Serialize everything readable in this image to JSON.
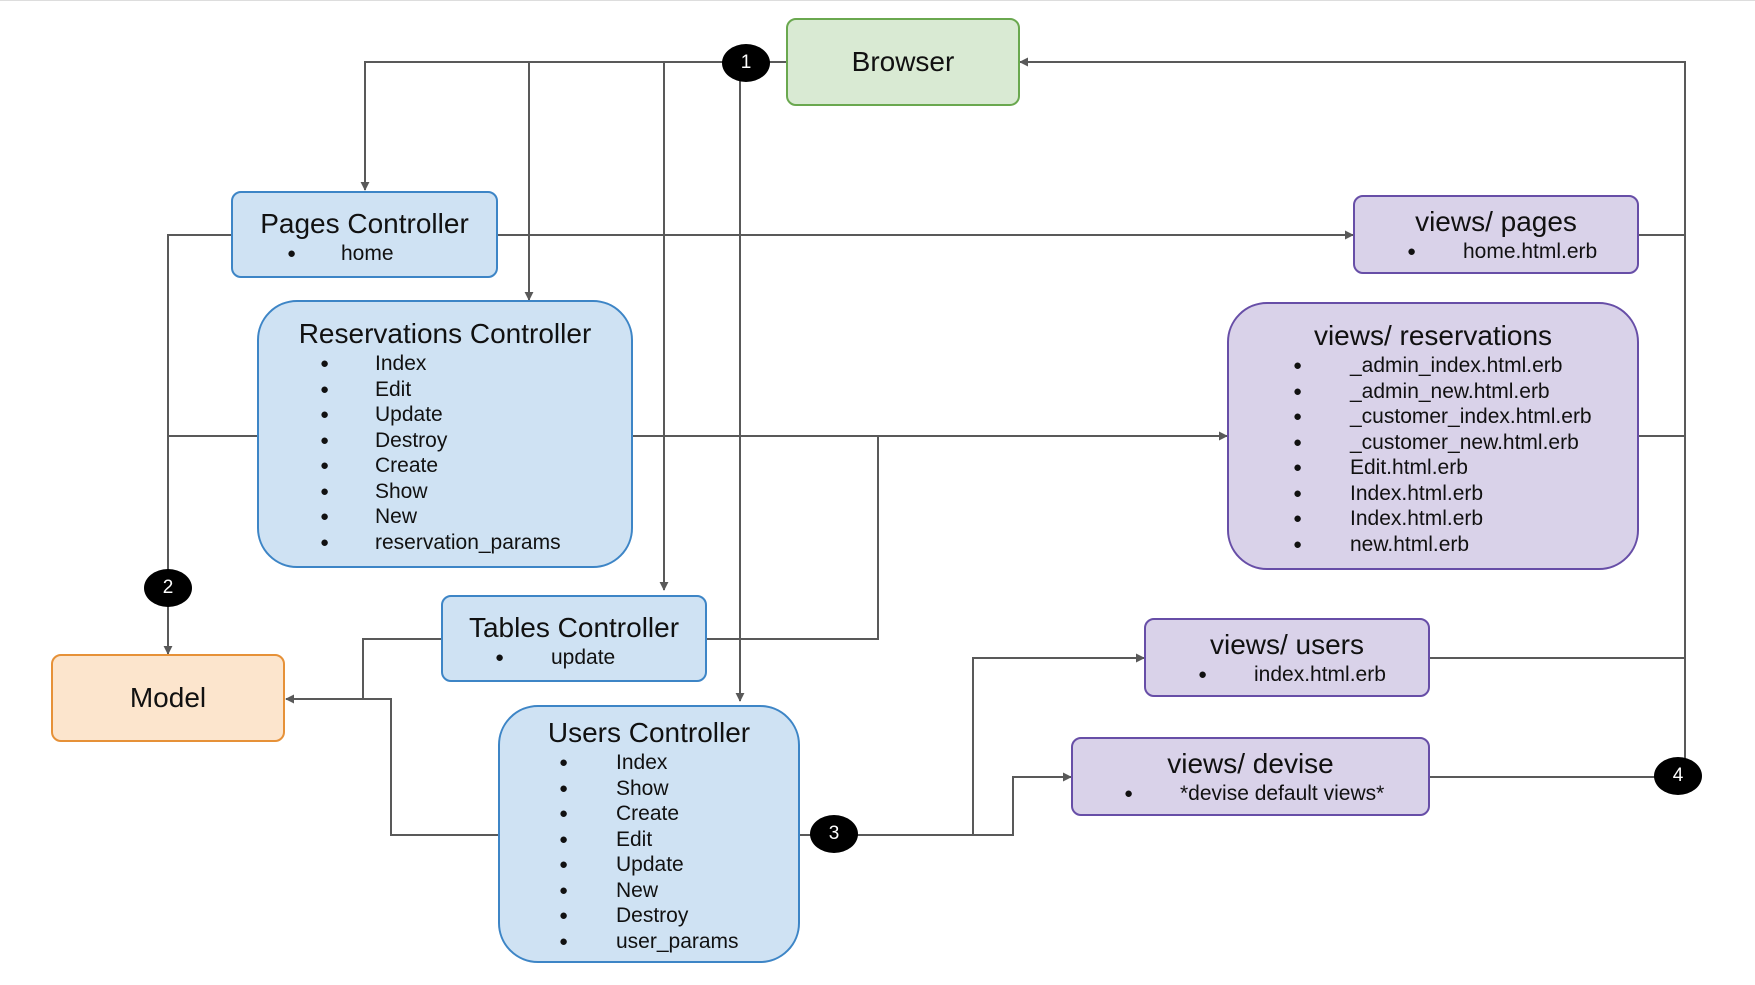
{
  "diagram": {
    "browser": {
      "label": "Browser",
      "color": "#d9ead3"
    },
    "model": {
      "label": "Model",
      "color": "#fce5cd"
    },
    "pages_controller": {
      "title": "Pages Controller",
      "items": [
        "home"
      ]
    },
    "reservations_controller": {
      "title": "Reservations Controller",
      "items": [
        "Index",
        "Edit",
        "Update",
        "Destroy",
        "Create",
        "Show",
        "New",
        "reservation_params"
      ]
    },
    "tables_controller": {
      "title": "Tables Controller",
      "items": [
        "update"
      ]
    },
    "users_controller": {
      "title": "Users Controller",
      "items": [
        "Index",
        "Show",
        "Create",
        "Edit",
        "Update",
        "New",
        "Destroy",
        "user_params"
      ]
    },
    "views_pages": {
      "title": "views/ pages",
      "items": [
        "home.html.erb"
      ]
    },
    "views_reservations": {
      "title": "views/ reservations",
      "items": [
        "_admin_index.html.erb",
        "_admin_new.html.erb",
        "_customer_index.html.erb",
        "_customer_new.html.erb",
        "Edit.html.erb",
        "Index.html.erb",
        "Index.html.erb",
        "new.html.erb"
      ]
    },
    "views_users": {
      "title": "views/ users",
      "items": [
        "index.html.erb"
      ]
    },
    "views_devise": {
      "title": "views/ devise",
      "items": [
        "*devise default views*"
      ]
    },
    "badges": [
      "1",
      "2",
      "3",
      "4"
    ],
    "colors": {
      "controller": "#cfe2f3",
      "view": "#d9d2e9",
      "connector": "#595959"
    }
  }
}
